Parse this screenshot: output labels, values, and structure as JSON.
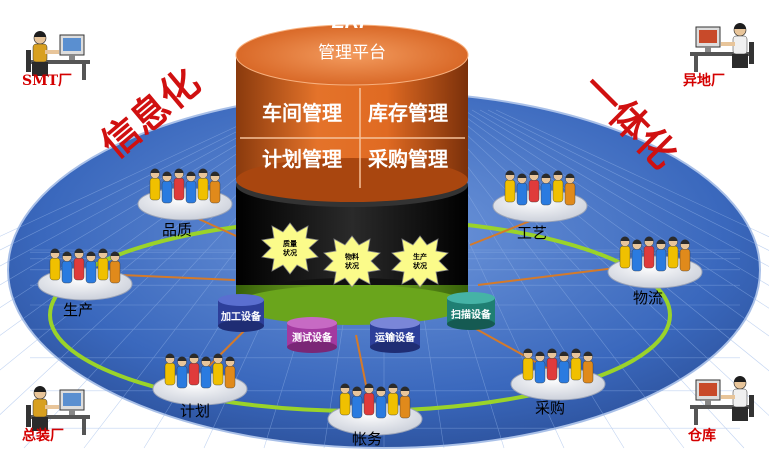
{
  "platform": {
    "title": "ERP",
    "subtitle": "管理平台",
    "modules": [
      "车间管理",
      "库存管理",
      "计划管理",
      "采购管理"
    ]
  },
  "slogans": {
    "left": "信息化",
    "right": "一体化"
  },
  "corners": {
    "top_left": "SMT厂",
    "bottom_left": "总装厂",
    "top_right": "异地厂",
    "bottom_right": "仓库"
  },
  "nodes": [
    "品质",
    "工艺",
    "生产",
    "物流",
    "计划",
    "采购",
    "帐务"
  ],
  "status_bursts": [
    [
      "质量",
      "状况"
    ],
    [
      "物料",
      "状况"
    ],
    [
      "生产",
      "状况"
    ]
  ],
  "devices": [
    "加工设备",
    "测试设备",
    "运输设备",
    "扫描设备"
  ],
  "colors": {
    "disc": "#3f6fc3",
    "cylinder_orange": "#d9651f",
    "cylinder_black": "#1a1a1a",
    "ring": "#9ad32a",
    "accent_red": "#d01010"
  }
}
